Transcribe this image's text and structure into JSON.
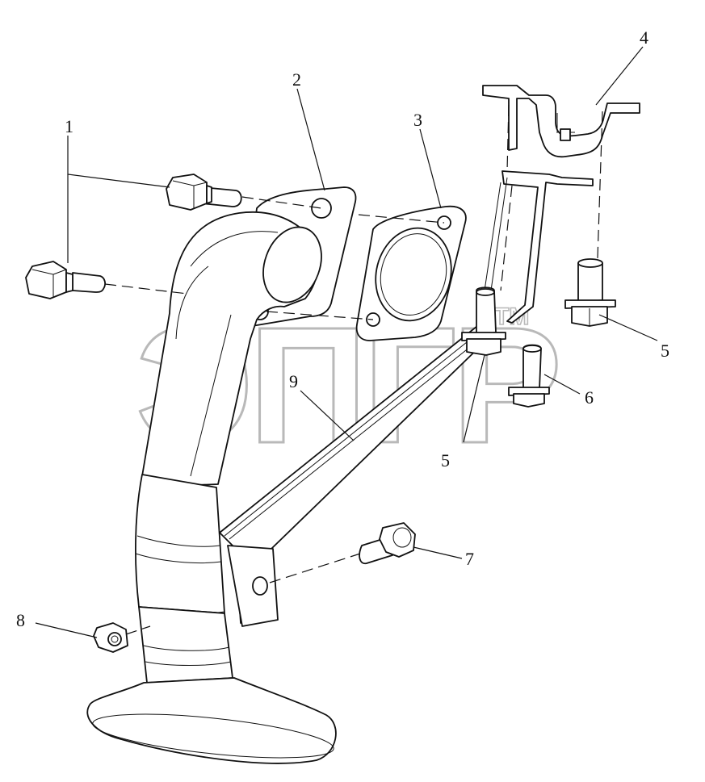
{
  "callouts": {
    "c1": "1",
    "c2": "2",
    "c3": "3",
    "c4": "4",
    "c5a": "5",
    "c5b": "5",
    "c6": "6",
    "c7": "7",
    "c8": "8",
    "c9": "9"
  },
  "watermark": {
    "text": "ЭПГР",
    "tm": "TM"
  }
}
